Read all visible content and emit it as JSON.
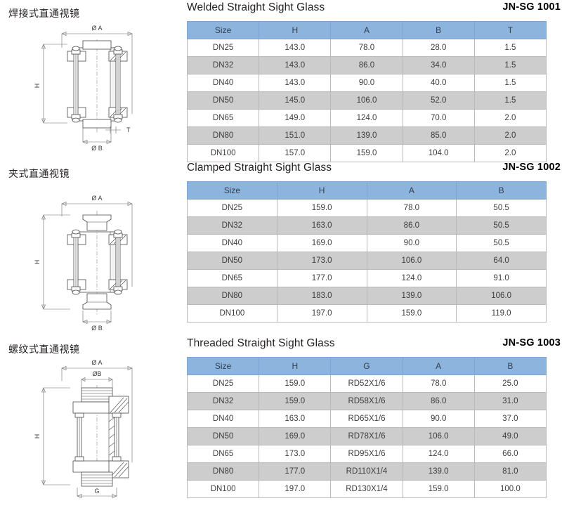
{
  "document": {
    "type": "product-specification-sheet",
    "product_family": "Straight Sight Glass"
  },
  "sections": [
    {
      "id": "welded",
      "cn_label": "焊接式直通视镜",
      "title": "Welded Straight Sight Glass",
      "code": "JN-SG 1001",
      "drawing": {
        "name": "welded-sight-glass-drawing",
        "dimension_labels": [
          "Ø A",
          "H",
          "Ø B",
          "T"
        ]
      },
      "table": {
        "columns": [
          "Size",
          "H",
          "A",
          "B",
          "T"
        ],
        "rows": [
          [
            "DN25",
            "143.0",
            "78.0",
            "28.0",
            "1.5"
          ],
          [
            "DN32",
            "143.0",
            "86.0",
            "34.0",
            "1.5"
          ],
          [
            "DN40",
            "143.0",
            "90.0",
            "40.0",
            "1.5"
          ],
          [
            "DN50",
            "145.0",
            "106.0",
            "52.0",
            "1.5"
          ],
          [
            "DN65",
            "149.0",
            "124.0",
            "70.0",
            "2.0"
          ],
          [
            "DN80",
            "151.0",
            "139.0",
            "85.0",
            "2.0"
          ],
          [
            "DN100",
            "157.0",
            "159.0",
            "104.0",
            "2.0"
          ]
        ]
      }
    },
    {
      "id": "clamped",
      "cn_label": "夹式直通视镜",
      "title": "Clamped Straight Sight Glass",
      "code": "JN-SG 1002",
      "drawing": {
        "name": "clamped-sight-glass-drawing",
        "dimension_labels": [
          "Ø A",
          "H",
          "Ø B"
        ]
      },
      "table": {
        "columns": [
          "Size",
          "H",
          "A",
          "B"
        ],
        "rows": [
          [
            "DN25",
            "159.0",
            "78.0",
            "50.5"
          ],
          [
            "DN32",
            "163.0",
            "86.0",
            "50.5"
          ],
          [
            "DN40",
            "169.0",
            "90.0",
            "50.5"
          ],
          [
            "DN50",
            "173.0",
            "106.0",
            "64.0"
          ],
          [
            "DN65",
            "177.0",
            "124.0",
            "91.0"
          ],
          [
            "DN80",
            "183.0",
            "139.0",
            "106.0"
          ],
          [
            "DN100",
            "197.0",
            "159.0",
            "119.0"
          ]
        ]
      }
    },
    {
      "id": "threaded",
      "cn_label": "螺纹式直通视镜",
      "title": "Threaded Straight Sight Glass",
      "code": "JN-SG 1003",
      "drawing": {
        "name": "threaded-sight-glass-drawing",
        "dimension_labels": [
          "Ø A",
          "ØB",
          "H",
          "G"
        ]
      },
      "table": {
        "columns": [
          "Size",
          "H",
          "G",
          "A",
          "B"
        ],
        "rows": [
          [
            "DN25",
            "159.0",
            "RD52X1/6",
            "78.0",
            "25.0"
          ],
          [
            "DN32",
            "159.0",
            "RD58X1/6",
            "86.0",
            "31.0"
          ],
          [
            "DN40",
            "163.0",
            "RD65X1/6",
            "90.0",
            "37.0"
          ],
          [
            "DN50",
            "169.0",
            "RD78X1/6",
            "106.0",
            "49.0"
          ],
          [
            "DN65",
            "173.0",
            "RD95X1/6",
            "124.0",
            "66.0"
          ],
          [
            "DN80",
            "177.0",
            "RD110X1/4",
            "139.0",
            "81.0"
          ],
          [
            "DN100",
            "197.0",
            "RD130X1/4",
            "159.0",
            "100.0"
          ]
        ]
      }
    }
  ],
  "colors": {
    "header_blue": "#8db4dd",
    "row_alt_gray": "#cdcdcd",
    "border_gray": "#b9b9b9",
    "text_dark": "#231f20"
  }
}
